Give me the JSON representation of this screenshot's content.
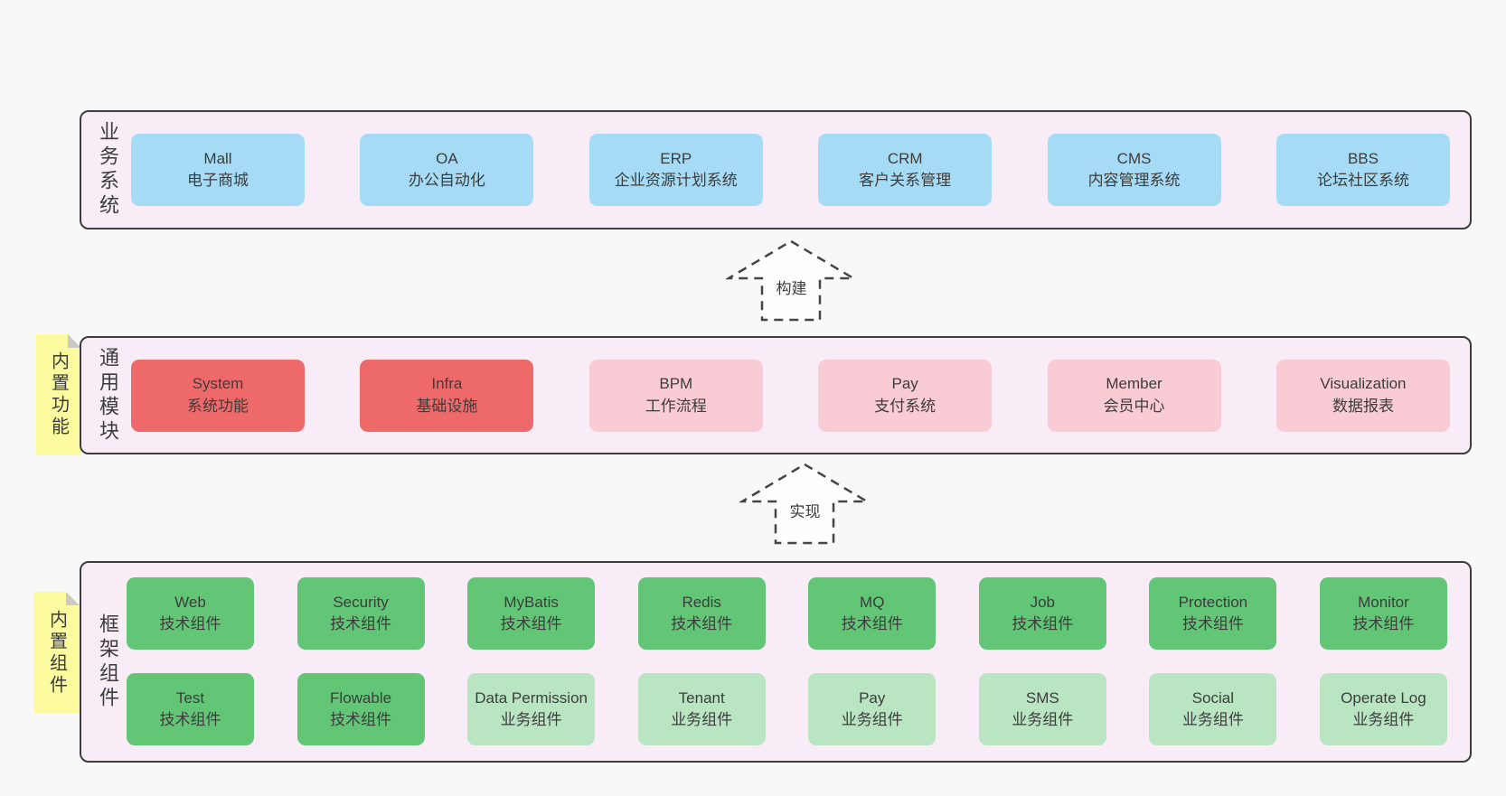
{
  "colors": {
    "page_bg": "#f8f8f8",
    "section_bg": "#f8edf6",
    "section_border": "#3d3d3d",
    "text": "#3c3c3c",
    "blue": "#a6dbf6",
    "red": "#ee6a6a",
    "pink": "#f9cbd5",
    "green_dark": "#63c677",
    "green_light": "#bae5c3",
    "yellow": "#fbfa9f"
  },
  "arrows": [
    {
      "label": "构建"
    },
    {
      "label": "实现"
    }
  ],
  "sections": [
    {
      "label": "业务系统",
      "boxes": [
        {
          "title": "Mall",
          "subtitle": "电子商城",
          "variant": "blue"
        },
        {
          "title": "OA",
          "subtitle": "办公自动化",
          "variant": "blue"
        },
        {
          "title": "ERP",
          "subtitle": "企业资源计划系统",
          "variant": "blue"
        },
        {
          "title": "CRM",
          "subtitle": "客户关系管理",
          "variant": "blue"
        },
        {
          "title": "CMS",
          "subtitle": "内容管理系统",
          "variant": "blue"
        },
        {
          "title": "BBS",
          "subtitle": "论坛社区系统",
          "variant": "blue"
        }
      ]
    },
    {
      "label": "通用模块",
      "note": "内置功能",
      "boxes": [
        {
          "title": "System",
          "subtitle": "系统功能",
          "variant": "red"
        },
        {
          "title": "Infra",
          "subtitle": "基础设施",
          "variant": "red"
        },
        {
          "title": "BPM",
          "subtitle": "工作流程",
          "variant": "pink"
        },
        {
          "title": "Pay",
          "subtitle": "支付系统",
          "variant": "pink"
        },
        {
          "title": "Member",
          "subtitle": "会员中心",
          "variant": "pink"
        },
        {
          "title": "Visualization",
          "subtitle": "数据报表",
          "variant": "pink"
        }
      ]
    },
    {
      "label": "框架组件",
      "note": "内置组件",
      "rows": [
        [
          {
            "title": "Web",
            "subtitle": "技术组件",
            "variant": "green_dark"
          },
          {
            "title": "Security",
            "subtitle": "技术组件",
            "variant": "green_dark"
          },
          {
            "title": "MyBatis",
            "subtitle": "技术组件",
            "variant": "green_dark"
          },
          {
            "title": "Redis",
            "subtitle": "技术组件",
            "variant": "green_dark"
          },
          {
            "title": "MQ",
            "subtitle": "技术组件",
            "variant": "green_dark"
          },
          {
            "title": "Job",
            "subtitle": "技术组件",
            "variant": "green_dark"
          },
          {
            "title": "Protection",
            "subtitle": "技术组件",
            "variant": "green_dark"
          },
          {
            "title": "Monitor",
            "subtitle": "技术组件",
            "variant": "green_dark"
          }
        ],
        [
          {
            "title": "Test",
            "subtitle": "技术组件",
            "variant": "green_dark"
          },
          {
            "title": "Flowable",
            "subtitle": "技术组件",
            "variant": "green_dark"
          },
          {
            "title": "Data Permission",
            "subtitle": "业务组件",
            "variant": "green_light"
          },
          {
            "title": "Tenant",
            "subtitle": "业务组件",
            "variant": "green_light"
          },
          {
            "title": "Pay",
            "subtitle": "业务组件",
            "variant": "green_light"
          },
          {
            "title": "SMS",
            "subtitle": "业务组件",
            "variant": "green_light"
          },
          {
            "title": "Social",
            "subtitle": "业务组件",
            "variant": "green_light"
          },
          {
            "title": "Operate Log",
            "subtitle": "业务组件",
            "variant": "green_light"
          }
        ]
      ]
    }
  ]
}
